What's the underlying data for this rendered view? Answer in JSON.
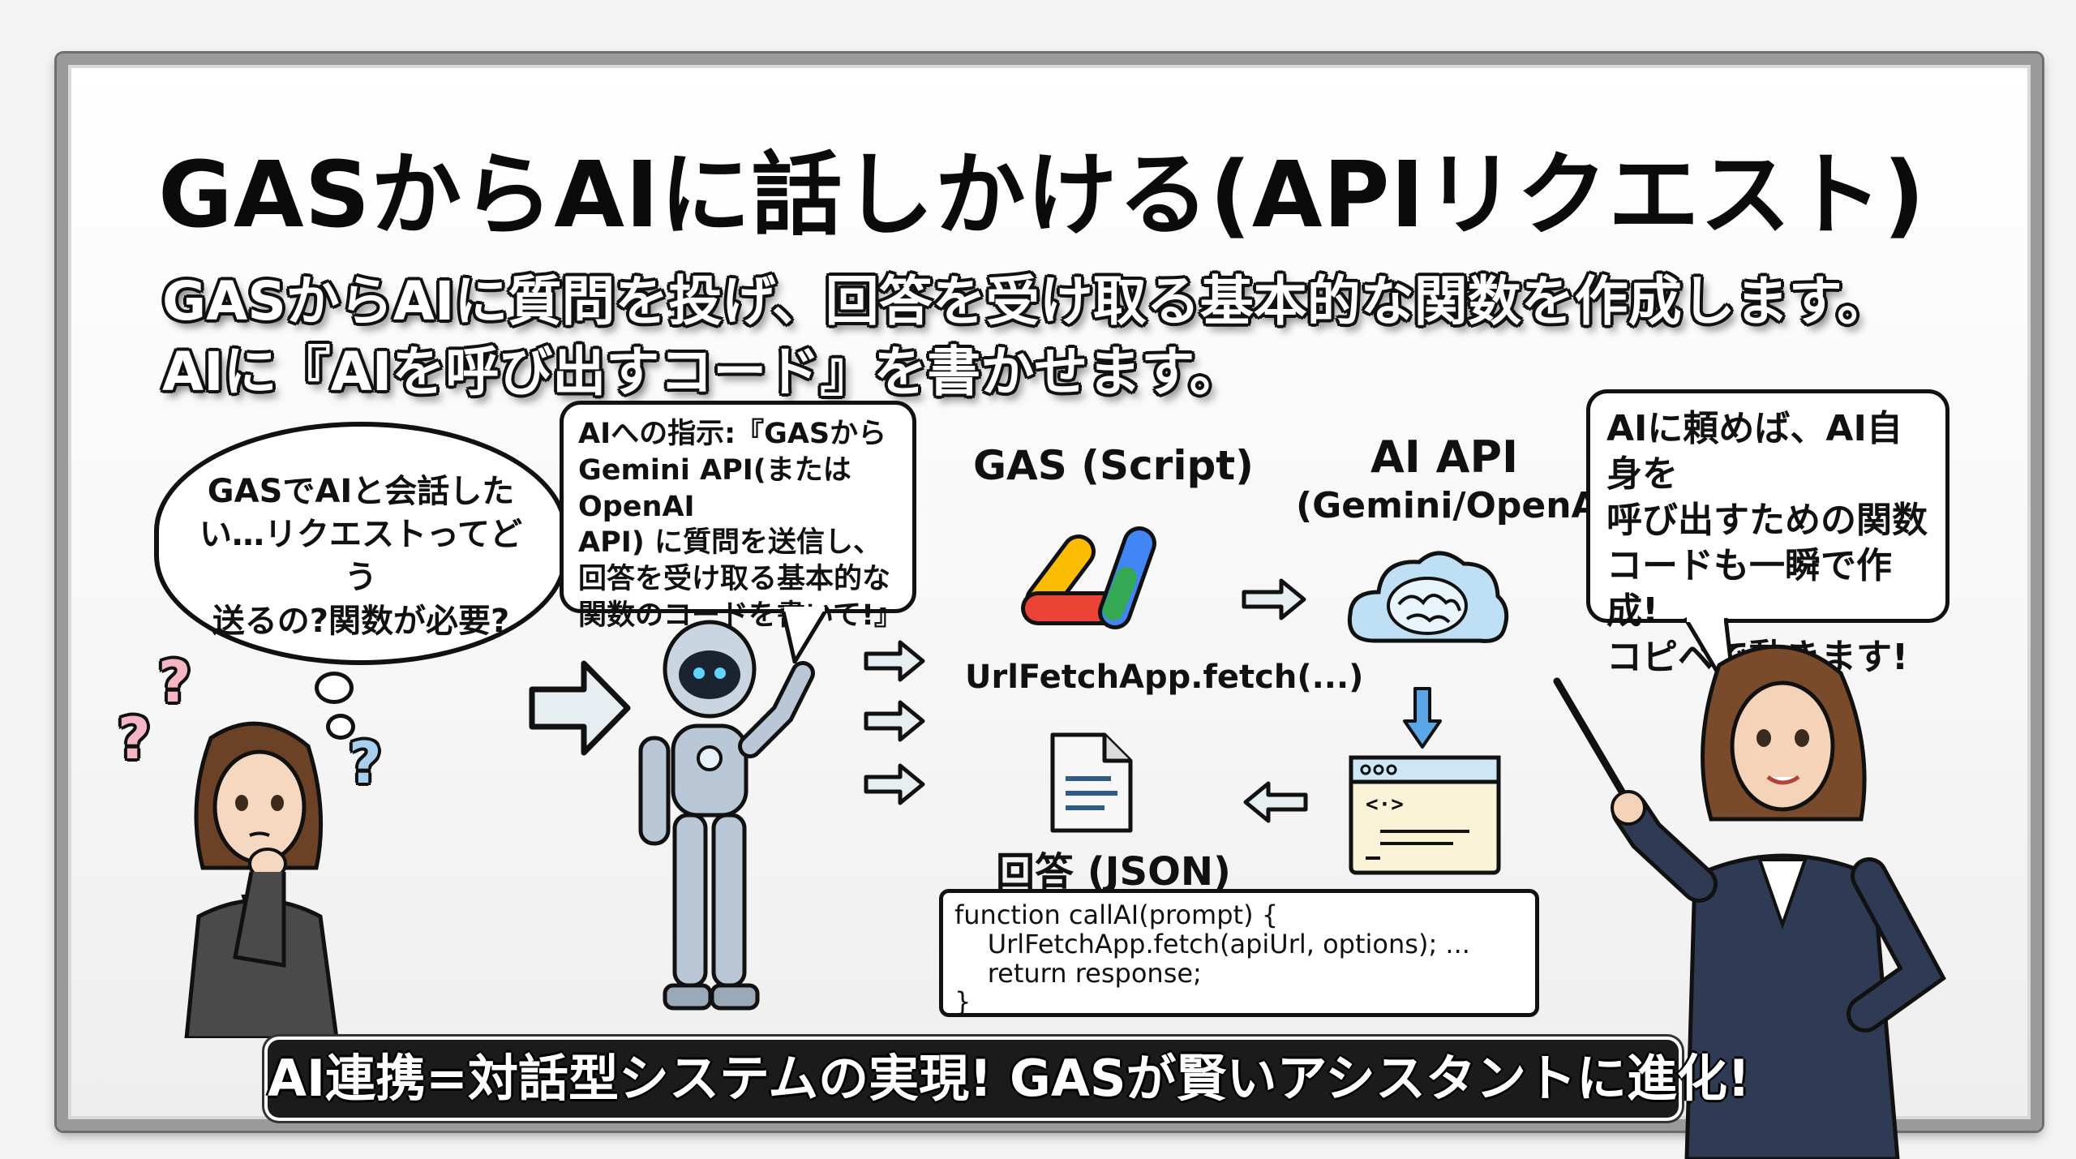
{
  "title": "GASからAIに話しかける(APIリクエスト)",
  "subtitle_lines": [
    "GASからAIに質問を投げ、回答を受け取る基本的な関数を作成します。",
    "AIに『AIを呼び出すコード』を書かせます。"
  ],
  "thought": {
    "lines": [
      "GASでAIと会話した",
      "い…リクエストってどう",
      "送るの?関数が必要?"
    ]
  },
  "question_marks": [
    "?",
    "?",
    "?"
  ],
  "instruction": {
    "lines": [
      "AIへの指示:『GASから",
      "Gemini API(またはOpenAI",
      "API) に質問を送信し、",
      "回答を受け取る基本的な",
      "関数のコードを書いて!』"
    ]
  },
  "diagram": {
    "gas_label": "GAS (Script)",
    "fetch_label": "UrlFetchApp.fetch(...)",
    "ai_api_label": "AI API",
    "ai_api_sub": "(Gemini/OpenAI)",
    "answer_label": "回答 (JSON)",
    "code_glyph": "<·>"
  },
  "code_lines": [
    "function callAI(prompt) {",
    "    UrlFetchApp.fetch(apiUrl, options); ...",
    "    return response;",
    "}"
  ],
  "right_bubble": {
    "lines": [
      "AIに頼めば、AI自身を",
      "呼び出すための関数",
      "コードも一瞬で作成!",
      "コピペで動きます!"
    ]
  },
  "banner": "AI連携=対話型システムの実現! GASが賢いアシスタントに進化!",
  "colors": {
    "gas_logo_blue": "#4285f4",
    "gas_logo_yellow": "#fbbc04",
    "gas_logo_red": "#ea4335",
    "gas_logo_green": "#34a853",
    "cloud_blue": "#bfe0f4",
    "suit_navy": "#2f3a55",
    "robot_silver": "#b9c7d6"
  }
}
